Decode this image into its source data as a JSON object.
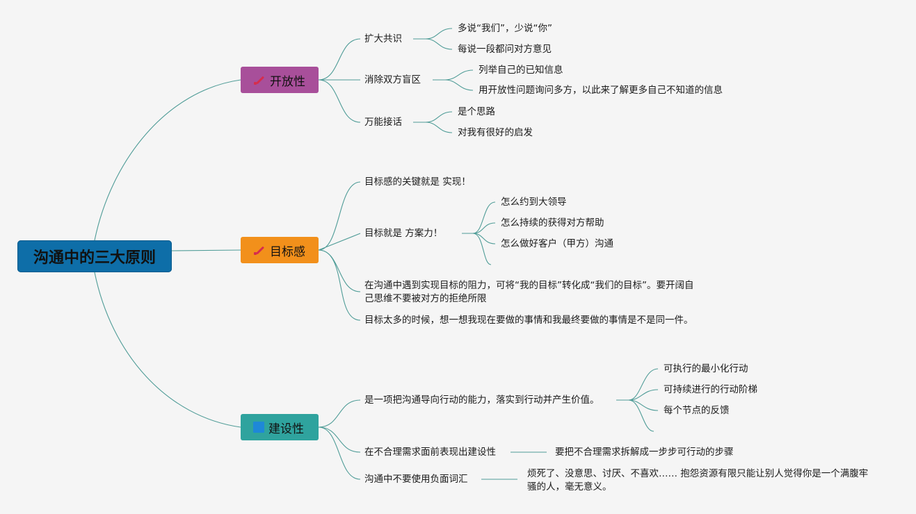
{
  "root": {
    "label": "沟通中的三大原则"
  },
  "branches": [
    {
      "label": "开放性",
      "icon": "brush-icon",
      "color": "#a84f9a",
      "children": [
        {
          "label": "扩大共识",
          "children": [
            "多说“我们”，少说“你”",
            "每说一段都问对方意见"
          ]
        },
        {
          "label": "消除双方盲区",
          "children": [
            "列举自己的已知信息",
            "用开放性问题询问多方，以此来了解更多自己不知道的信息"
          ]
        },
        {
          "label": "万能接话",
          "children": [
            "是个思路",
            "对我有很好的启发"
          ]
        }
      ]
    },
    {
      "label": "目标感",
      "icon": "brush-icon",
      "color": "#f2901b",
      "children": [
        {
          "label": "目标感的关键就是 实现！"
        },
        {
          "label": "目标就是 方案力！",
          "children": [
            "怎么约到大领导",
            "怎么持续的获得对方帮助",
            "怎么做好客户（甲方）沟通"
          ]
        },
        {
          "label": "在沟通中遇到实现目标的阻力，可将“我的目标”转化成“我们的目标”。要开阔自己思维不要被对方的拒绝所限"
        },
        {
          "label": "目标太多的时候，想一想我现在要做的事情和我最终要做的事情是不是同一件。"
        }
      ]
    },
    {
      "label": "建设性",
      "icon": "square-icon",
      "color": "#2fa39e",
      "children": [
        {
          "label": "是一项把沟通导向行动的能力，落实到行动并产生价值。",
          "children": [
            "可执行的最小化行动",
            "可持续进行的行动阶梯",
            "每个节点的反馈"
          ]
        },
        {
          "label": "在不合理需求面前表现出建设性",
          "children": [
            "要把不合理需求拆解成一步步可行动的步骤"
          ]
        },
        {
          "label": "沟通中不要使用负面词汇",
          "children": [
            "烦死了、没意思、讨厌、不喜欢…… 抱怨资源有限只能让别人觉得你是一个满腹牢骚的人，毫无意义。"
          ]
        }
      ]
    }
  ]
}
